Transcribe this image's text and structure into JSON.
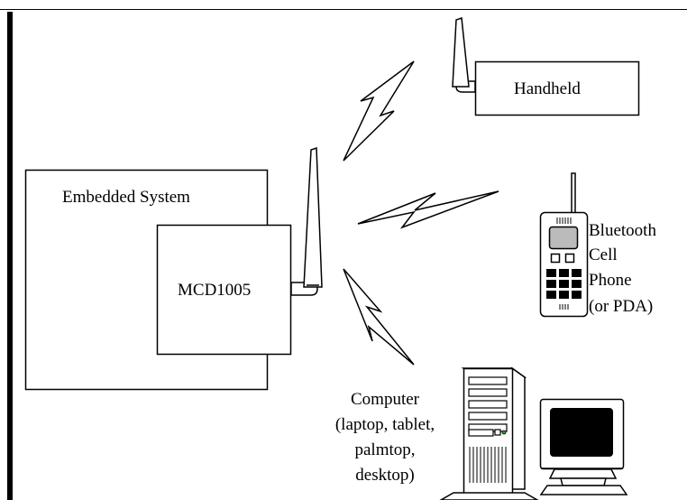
{
  "diagram": {
    "embedded_system": {
      "label": "Embedded System"
    },
    "module": {
      "label": "MCD1005"
    },
    "handheld": {
      "label": "Handheld"
    },
    "phone": {
      "lines": [
        "Bluetooth",
        "Cell",
        "Phone",
        "(or PDA)"
      ]
    },
    "computer": {
      "lines": [
        "Computer",
        "(laptop, tablet,",
        "palmtop,",
        "desktop)"
      ]
    }
  },
  "colors": {
    "line": "#000000",
    "background": "#ffffff",
    "antenna_fill": "#ffffff",
    "monitor_screen": "#000000",
    "phone_screen": "#bbbbbb",
    "tower_body": "#ffffff",
    "tower_led": "#2fa02f"
  },
  "icons": [
    "antenna-icon",
    "lightning-bolt-icon",
    "cell-phone-icon",
    "desktop-tower-icon",
    "monitor-icon"
  ]
}
